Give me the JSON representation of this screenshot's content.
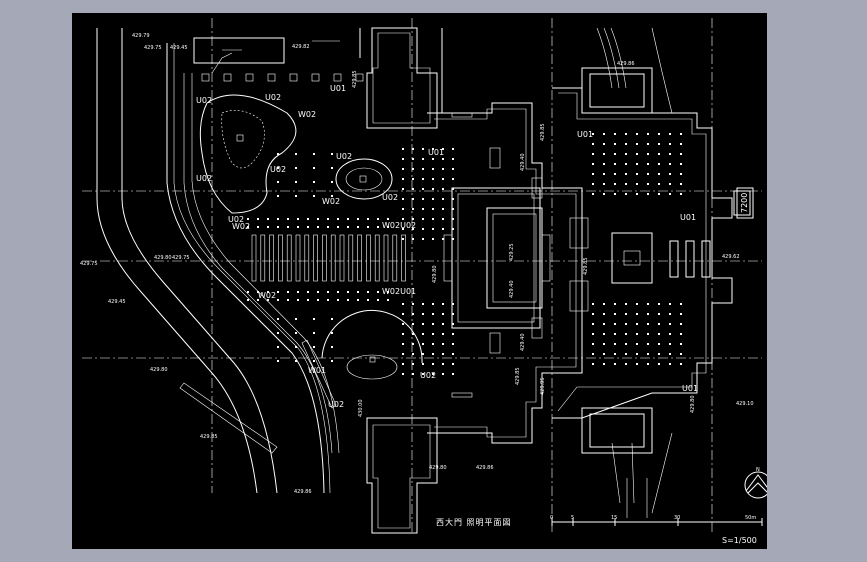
{
  "drawing": {
    "title": "西大門 照明平面図",
    "scale": "S=1/500",
    "scale_bar": [
      "0",
      "5",
      "15",
      "30",
      "50m"
    ],
    "height_mark": "7200",
    "north_label": "N"
  },
  "fixture_labels": {
    "u01": "U01",
    "u02": "U02",
    "w01": "W01",
    "w02": "W02",
    "w02u01": "W02U01",
    "w02u02": "W02U02"
  },
  "elevations": [
    "429.79",
    "429.75",
    "429.45",
    "429.82",
    "429.85",
    "429.86",
    "429.85",
    "429.40",
    "429.40",
    "429.75",
    "429.80",
    "429.45",
    "429.80",
    "429.85",
    "429.86",
    "429.80",
    "429.25",
    "429.40",
    "429.85",
    "429.85",
    "429.95",
    "430.00",
    "429.80",
    "429.10",
    "429.80",
    "429.86",
    "429.62",
    "429.75"
  ]
}
